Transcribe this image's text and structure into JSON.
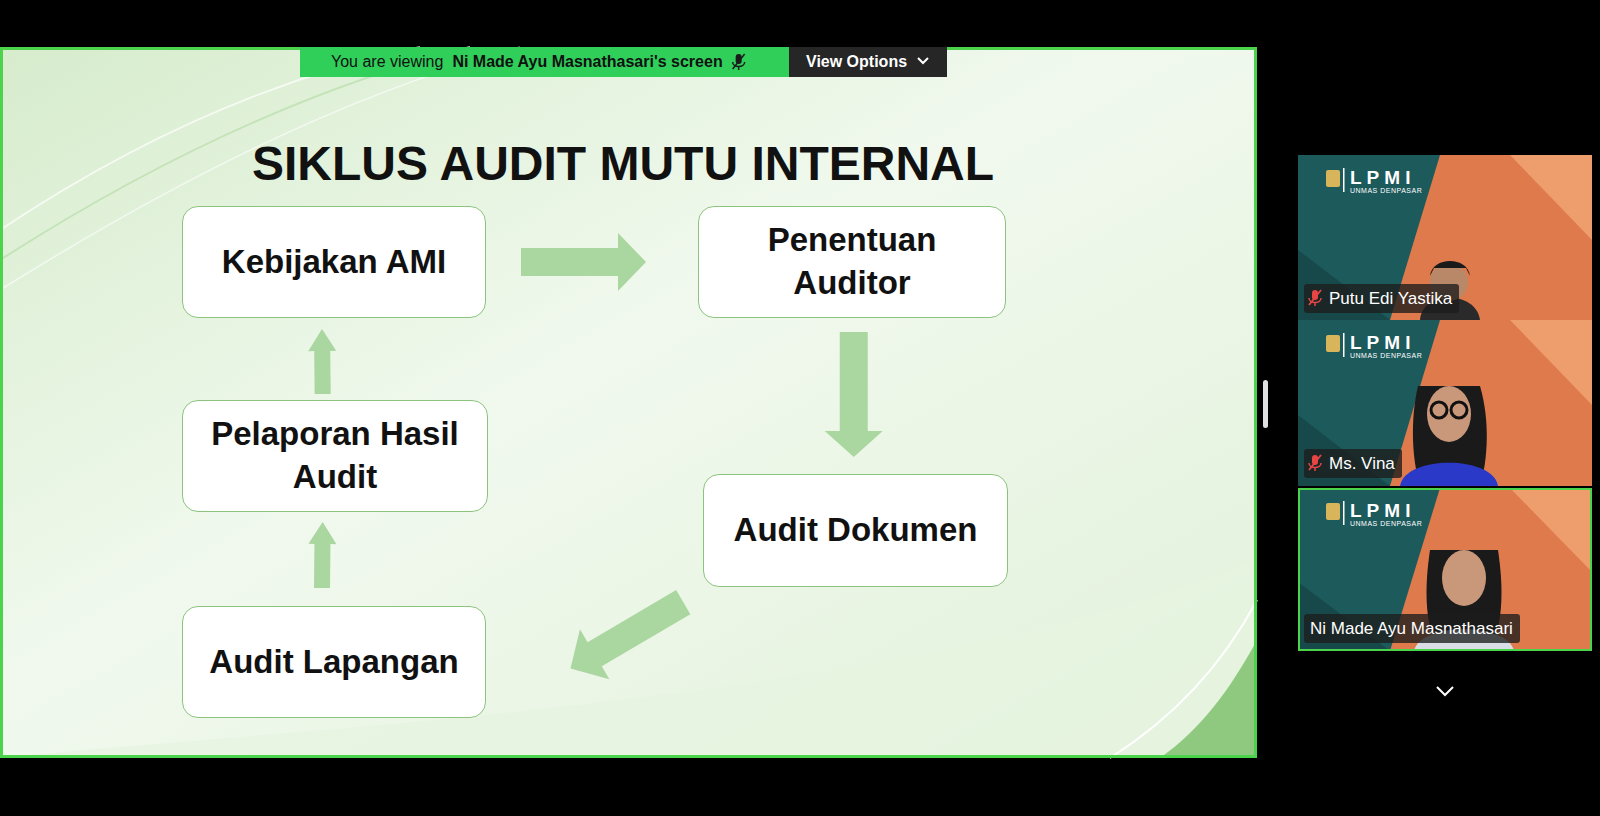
{
  "diagram": {
    "title": "SIKLUS AUDIT MUTU INTERNAL",
    "nodes": [
      {
        "text": [
          "Kebijakan AMI"
        ]
      },
      {
        "text": [
          "Penentuan Auditor"
        ]
      },
      {
        "text": [
          "Audit Dokumen"
        ]
      },
      {
        "text": [
          "Audit Lapangan"
        ]
      },
      {
        "text": [
          "Pelaporan Hasil Audit"
        ]
      }
    ],
    "edges": [
      {
        "from": 0,
        "to": 1,
        "arrow": "to"
      },
      {
        "from": 1,
        "to": 2,
        "arrow": "to"
      },
      {
        "from": 2,
        "to": 3,
        "arrow": "to"
      },
      {
        "from": 3,
        "to": 4,
        "arrow": "to"
      },
      {
        "from": 4,
        "to": 0,
        "arrow": "to"
      }
    ],
    "labels": [
      "You are viewing",
      "Ni Made Ayu Masnathasari's screen",
      "View Options",
      "L P M I",
      "UNMAS DENPASAR",
      "Putu Edi Yastika",
      "L P M I",
      "UNMAS DENPASAR",
      "Ms. Vina",
      "L P M I",
      "UNMAS DENPASAR",
      "Ni Made Ayu Masnathasari"
    ]
  }
}
